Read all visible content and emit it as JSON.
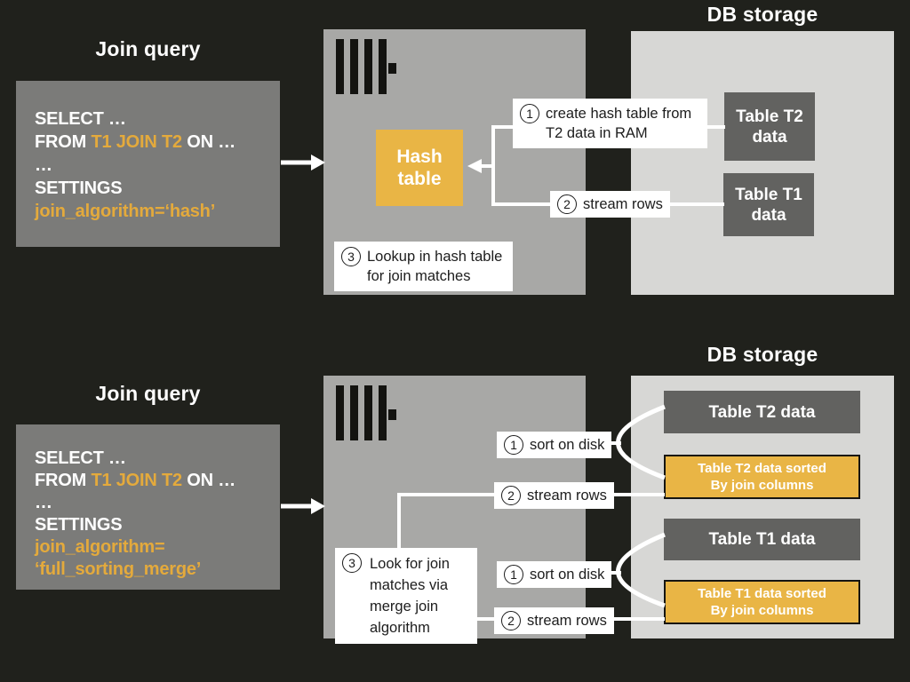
{
  "colors": {
    "background": "#20211c",
    "query_box_gray": "#7b7b79",
    "server_box_gray": "#a8a8a6",
    "db_box_gray": "#d7d7d5",
    "table_box_gray": "#626260",
    "accent_orange": "#E9B545",
    "note_bg": "#ffffff",
    "note_text": "#1d1d1d",
    "connector_white": "#ffffff"
  },
  "hash_join": {
    "query_title": "Join query",
    "sql": {
      "select_line": "SELECT …",
      "from_kw": "FROM ",
      "from_tables": "T1 JOIN T2",
      "from_tail": " ON …",
      "ellipsis_line": "…",
      "settings_kw": "SETTINGS",
      "algorithm_line": "join_algorithm=‘hash’"
    },
    "hash_table_label": "Hash table",
    "notes": {
      "n1": {
        "num": "1",
        "text": "create hash table from T2 data in RAM"
      },
      "n2": {
        "num": "2",
        "text": "stream rows"
      },
      "n3": {
        "num": "3",
        "text": "Lookup in hash table for join matches"
      }
    },
    "db": {
      "title": "DB storage",
      "table_t2": "Table T2 data",
      "table_t1": "Table T1 data"
    }
  },
  "merge_join": {
    "query_title": "Join query",
    "sql": {
      "select_line": "SELECT …",
      "from_kw": "FROM ",
      "from_tables": "T1 JOIN T2",
      "from_tail": " ON …",
      "ellipsis_line": "…",
      "settings_kw": "SETTINGS",
      "algorithm_line1": "join_algorithm=",
      "algorithm_line2": "‘full_sorting_merge’"
    },
    "notes": {
      "sort_t2": {
        "num": "1",
        "text": "sort on disk"
      },
      "stream_t2": {
        "num": "2",
        "text": "stream rows"
      },
      "look": {
        "num": "3",
        "text": "Look for join matches via merge join algorithm"
      },
      "sort_t1": {
        "num": "1",
        "text": "sort on disk"
      },
      "stream_t1": {
        "num": "2",
        "text": "stream rows"
      }
    },
    "db": {
      "title": "DB storage",
      "table_t2": "Table T2 data",
      "table_t2_sorted_l1": "Table T2 data sorted",
      "table_t2_sorted_l2": "By join columns",
      "table_t1": "Table T1 data",
      "table_t1_sorted_l1": "Table T1 data sorted",
      "table_t1_sorted_l2": "By join columns"
    }
  }
}
